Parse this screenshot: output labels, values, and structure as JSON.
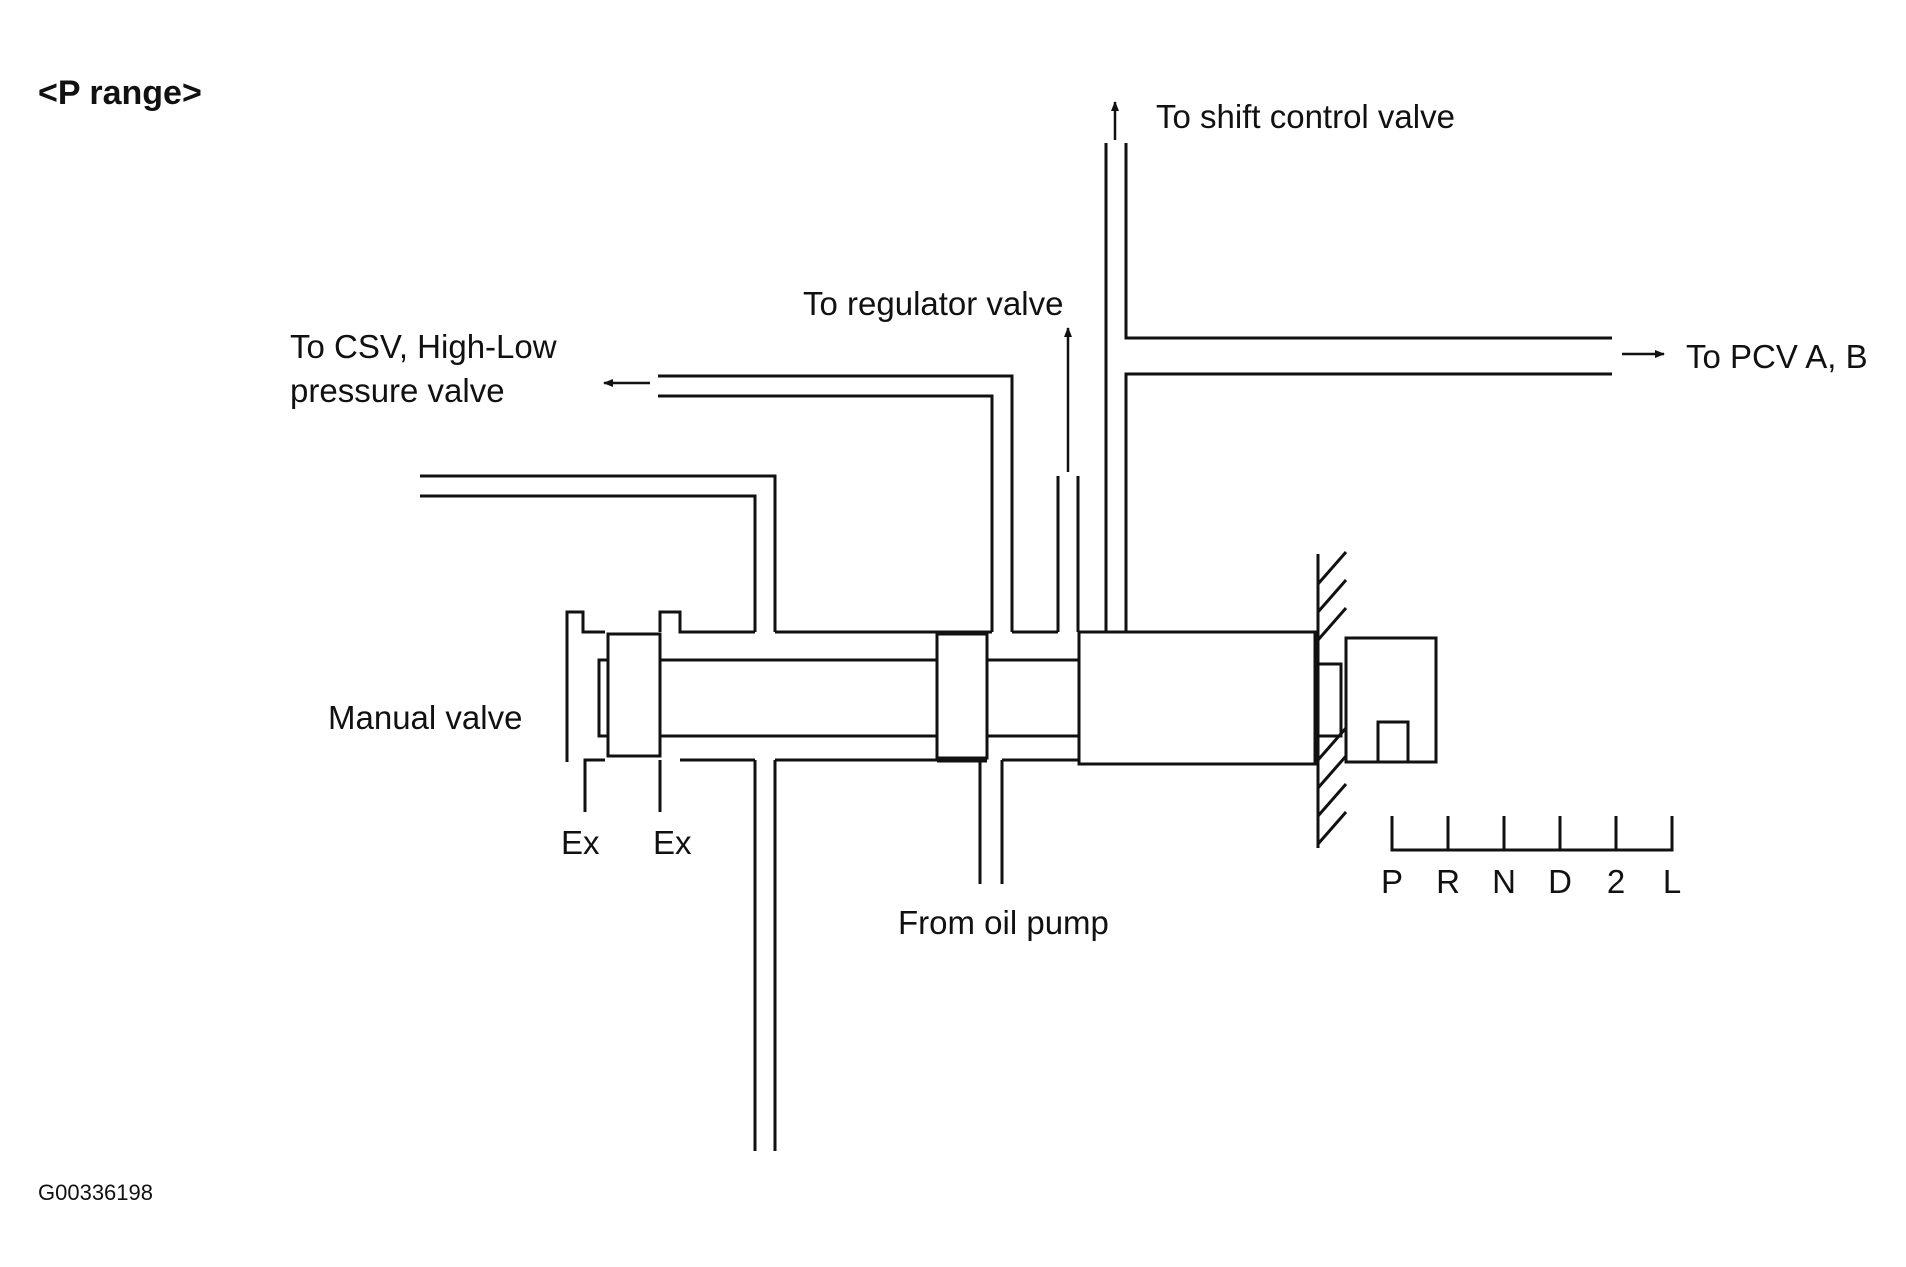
{
  "title": "<P range>",
  "labels": {
    "shift_control": "To shift control valve",
    "regulator": "To regulator valve",
    "csv_line1": "To CSV, High-Low",
    "csv_line2": "pressure valve",
    "pcv": "To PCV A, B",
    "manual_valve": "Manual valve",
    "ex_left": "Ex",
    "ex_right": "Ex",
    "oil_pump": "From oil pump"
  },
  "range_positions": [
    "P",
    "R",
    "N",
    "D",
    "2",
    "L"
  ],
  "figure_id": "G00336198",
  "colors": {
    "line": "#111111",
    "background": "#ffffff"
  }
}
